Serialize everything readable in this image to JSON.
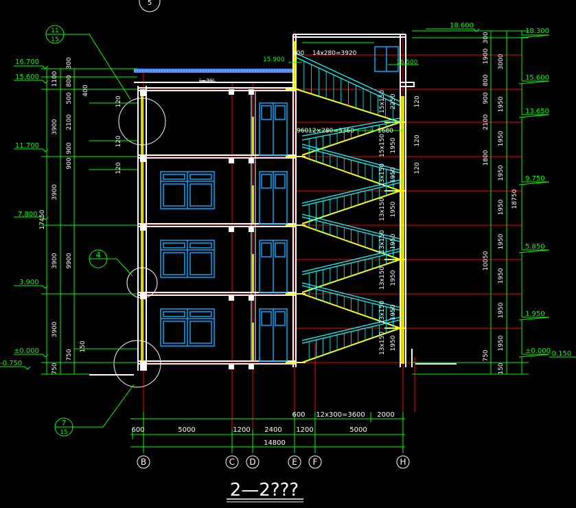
{
  "colors": {
    "background": "#000000",
    "structure": "#ffffff",
    "dimension": "#00ff00",
    "axis": "#ff0000",
    "stair": "#00ffff",
    "handrail": "#ffff00",
    "window": "#00aaff",
    "roof": "#4a8cff"
  },
  "sheet": {
    "title": "2—2???",
    "top_circle": "5"
  },
  "elevations": {
    "left": [
      "16.700",
      "15.600",
      "11.700",
      "7.800",
      "3.900",
      "±0.000",
      "-0.750"
    ],
    "right": [
      "18.600",
      "18.300",
      "15.600",
      "13.650",
      "9.750",
      "5.850",
      "1.950",
      "±0.000",
      "-0.150"
    ],
    "roof_top": "15.900",
    "stair_roof": "16.500"
  },
  "left_dims": {
    "outer": [
      "3900",
      "3900",
      "3900",
      "750",
      "17450"
    ],
    "mid": [
      "300",
      "1100",
      "800",
      "500",
      "2100",
      "900",
      "900",
      "9900",
      "750",
      "150"
    ],
    "small": [
      "400",
      "120",
      "120",
      "120"
    ]
  },
  "right_dims": {
    "inner": [
      "400",
      "300",
      "1900",
      "800",
      "900",
      "2100",
      "1800",
      "750"
    ],
    "mid": [
      "3000",
      "1950",
      "1950",
      "1950",
      "1950",
      "1950",
      "1950",
      "1950",
      "1950",
      "150"
    ],
    "outer": [
      "18750",
      "10050"
    ]
  },
  "stair_dims": {
    "flights": [
      "15x150",
      "2250",
      "15x150",
      "1950",
      "13x150",
      "1950",
      "13x150",
      "1950",
      "13x150",
      "1950",
      "13x150",
      "1950",
      "13x150",
      "1950"
    ],
    "top_run": "14x280=3920",
    "mid_run": "96012×280=3360",
    "mid_width": "1680",
    "roof_slope": "i=2%"
  },
  "bottom_dims": {
    "row1": [
      "600",
      "5000",
      "1200",
      "2400",
      "1200",
      "5000"
    ],
    "row0": [
      "600",
      "12x300=3600",
      "2000"
    ],
    "total": "14800"
  },
  "axes": [
    "B",
    "C",
    "D",
    "E",
    "F",
    "H"
  ],
  "details": [
    {
      "top": "11",
      "bottom": "15"
    },
    {
      "top": "4",
      "bottom": ""
    },
    {
      "top": "7",
      "bottom": "15"
    }
  ]
}
